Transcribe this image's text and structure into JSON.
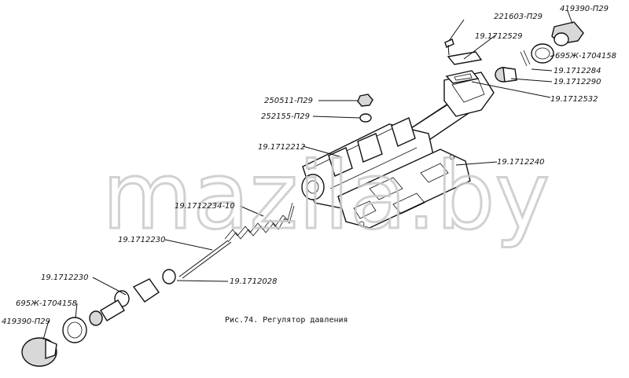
{
  "watermark": "mazila.by",
  "caption": "Рис.74. Регулятор давления",
  "labels": {
    "p221603": "221603-П29",
    "p419390_top": "419390-П29",
    "p19_1712529": "19.1712529",
    "p695_top": "695Ж-1704158",
    "p19_1712284": "19.1712284",
    "p19_1712290": "19.1712290",
    "p19_1712532": "19.1712532",
    "p250511": "250511-П29",
    "p252155": "252155-П29",
    "p19_1712212": "19.1712212",
    "p19_1712240": "19.1712240",
    "p19_1712234": "19.1712234-10",
    "p19_1712230a": "19.1712230",
    "p19_1712028": "19.1712028",
    "p19_1712230b": "19.1712230",
    "p695_bottom": "695Ж-1704158",
    "p419390_bottom": "419390-П29"
  }
}
